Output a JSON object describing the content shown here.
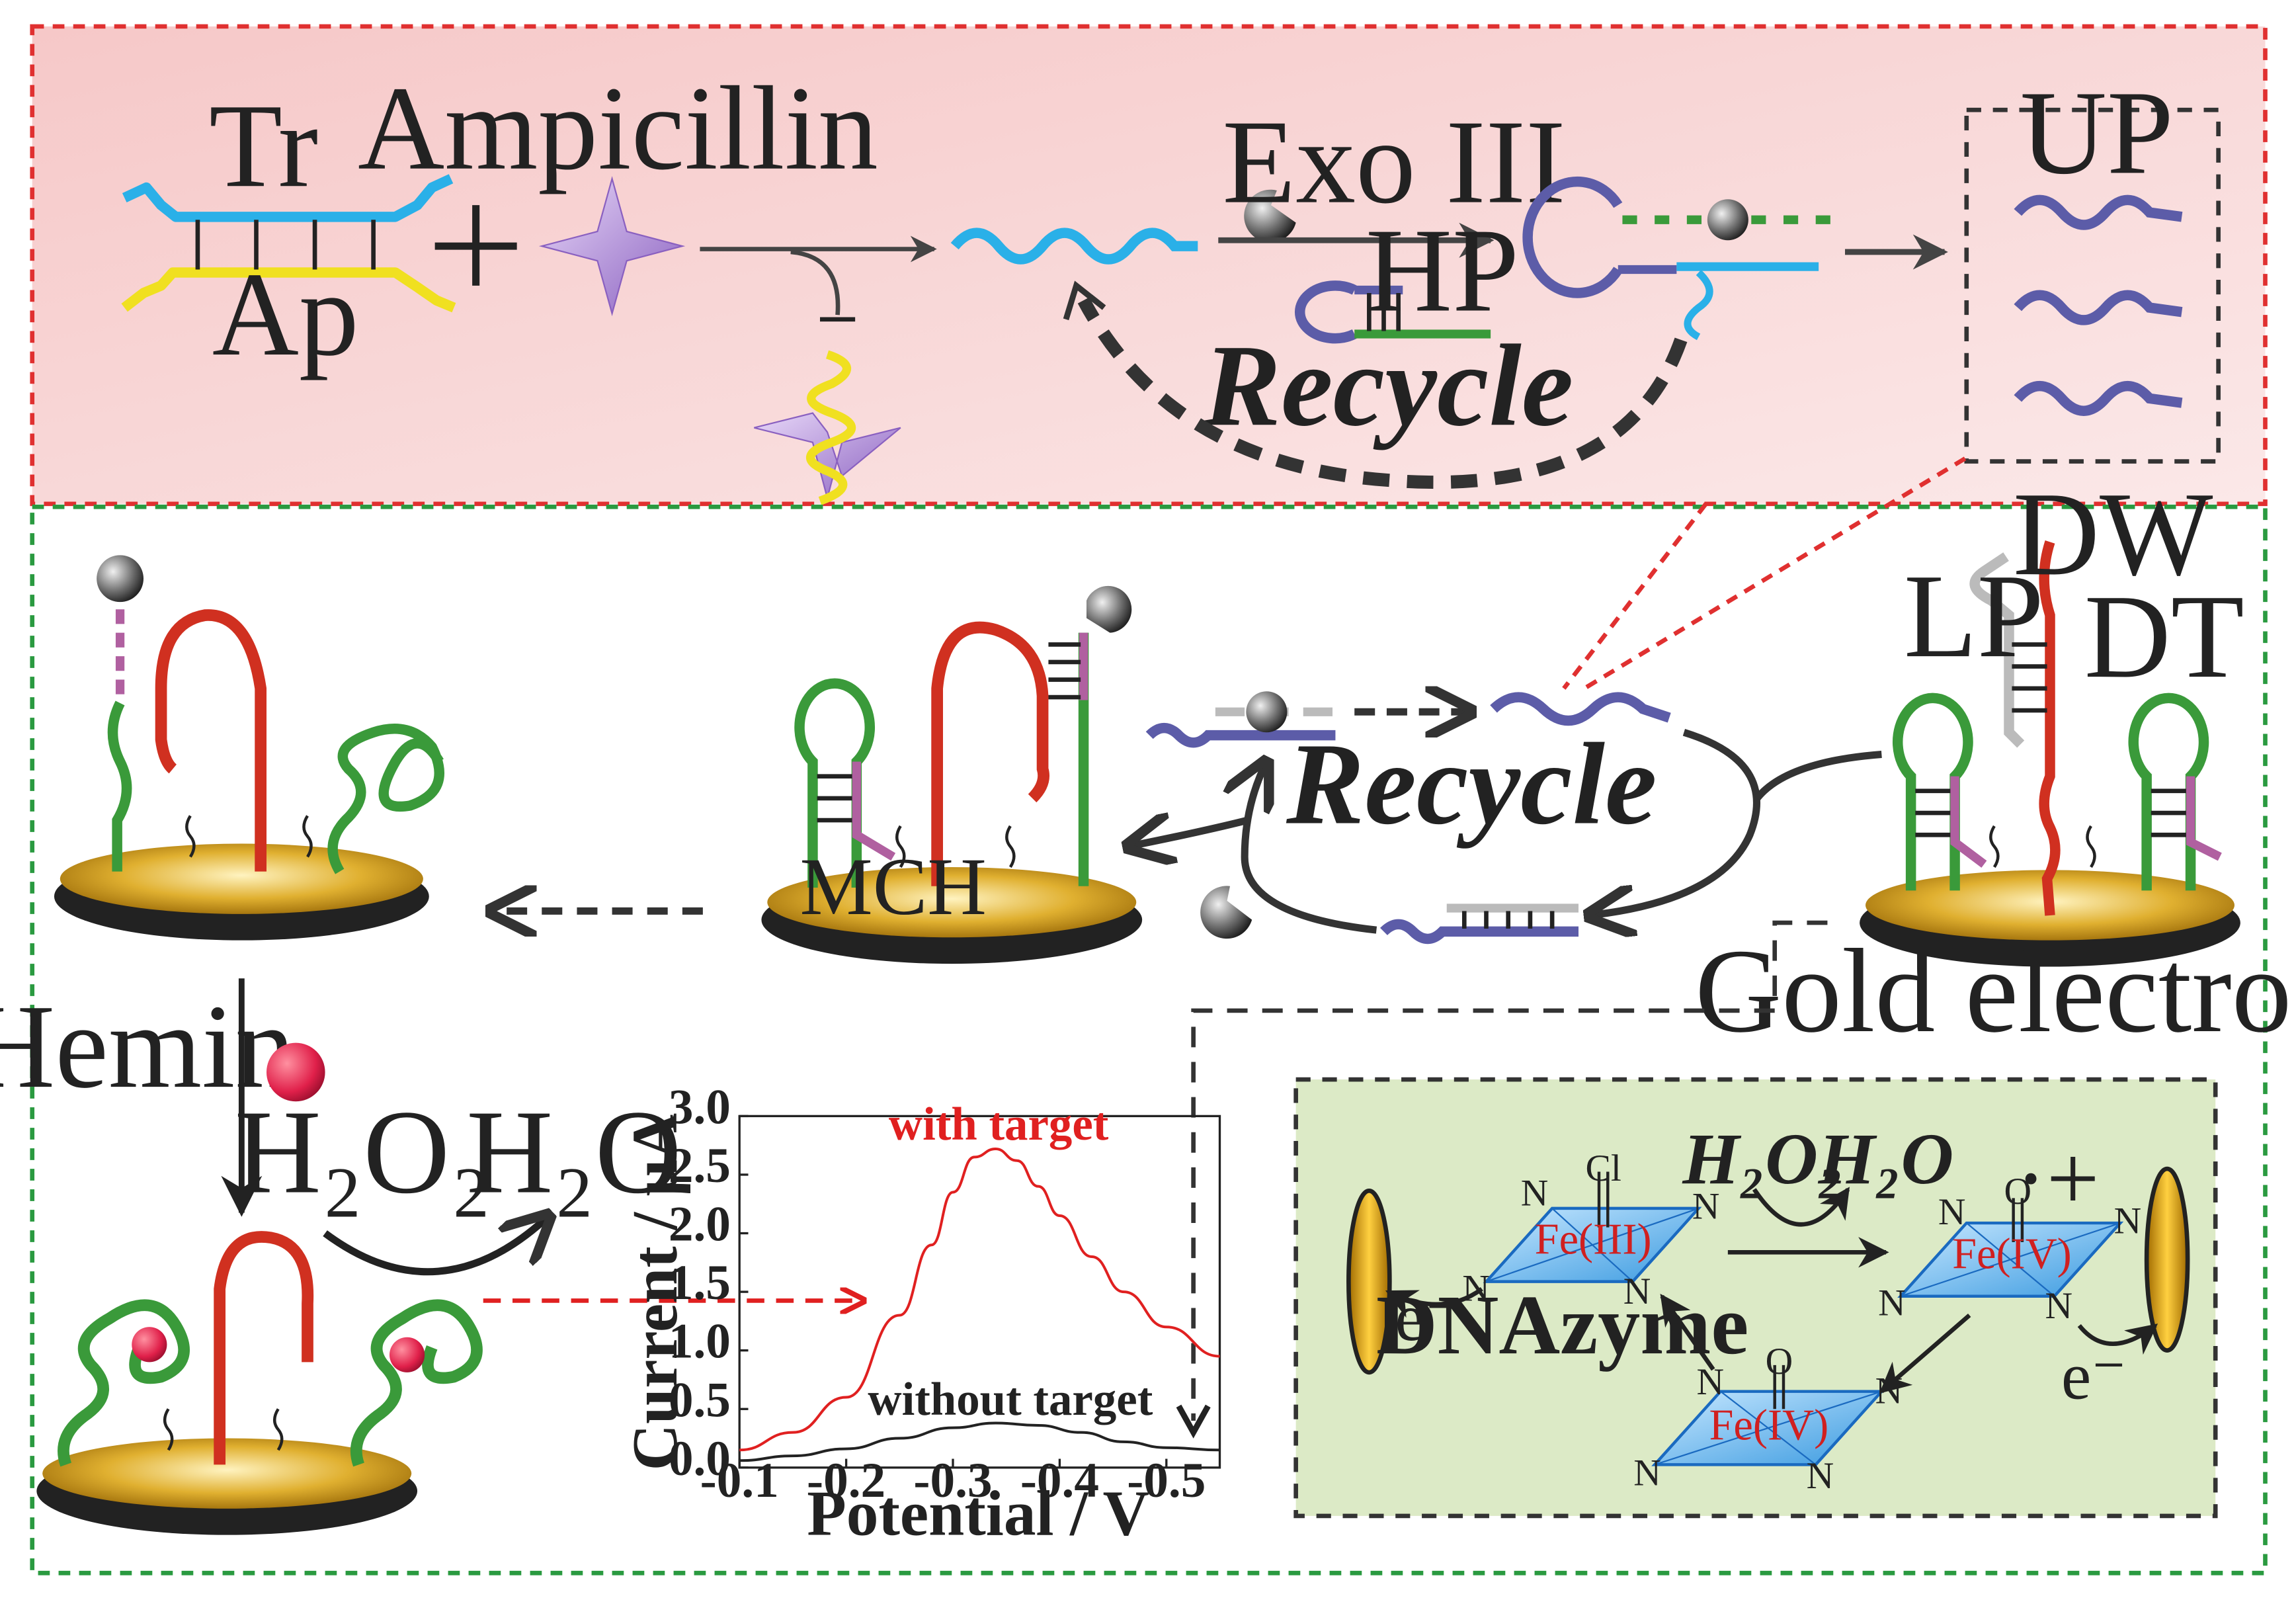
{
  "panel_top": {
    "duplex_labels": {
      "top_strand": "Tr",
      "bottom_strand": "Ap"
    },
    "antibiotic": "Ampicillin",
    "enzyme": "Exo III",
    "hairpin": "HP",
    "recycle": "Recycle",
    "product": "UP"
  },
  "panel_bottom": {
    "electrode_labels": {
      "lp": "LP",
      "dw": "DW",
      "dt": "DT",
      "electrode": "Gold electrode"
    },
    "recycle": "Recycle",
    "mch": "MCH",
    "hemin": "Hemin",
    "reaction": {
      "reactant": "H₂O₂",
      "product": "H₂O"
    }
  },
  "dnazyme": {
    "title": "DNAzyme",
    "reactant": "H₂O₂",
    "product": "H₂O",
    "fe3": "Fe(III)",
    "fe4": "Fe(IV)",
    "fe4b": "Fe(IV)",
    "cl": "Cl",
    "o": "O",
    "radical": "·+",
    "nitrogen": "N",
    "electron": "e⁻"
  },
  "colors": {
    "top_panel_bg": "#f8d8d8",
    "top_border": "#e03030",
    "bottom_border": "#2a9a40",
    "dnazyme_bg": "#dceac6",
    "tr_strand": "#2ab0e8",
    "ap_strand": "#f0e020",
    "up_strand": "#5c5ca8",
    "hairpin_green": "#3a9a3a",
    "dw_red": "#d03020",
    "gold": "#d4a020",
    "signal_red": "#e02020"
  },
  "chart_data": {
    "type": "line",
    "xlabel": "Potential / V",
    "ylabel": "Current / μA",
    "x_ticks": [
      "-0.1",
      "-0.2",
      "-0.3",
      "-0.4",
      "-0.5"
    ],
    "y_ticks": [
      "0.0",
      "0.5",
      "1.0",
      "1.5",
      "2.0",
      "2.5",
      "3.0"
    ],
    "xlim": [
      -0.1,
      -0.55
    ],
    "ylim": [
      0,
      3.0
    ],
    "series": [
      {
        "name": "with target",
        "color": "#e02020",
        "x": [
          -0.1,
          -0.15,
          -0.2,
          -0.25,
          -0.28,
          -0.3,
          -0.32,
          -0.34,
          -0.36,
          -0.38,
          -0.4,
          -0.43,
          -0.46,
          -0.5,
          -0.55
        ],
        "y": [
          0.15,
          0.3,
          0.6,
          1.3,
          1.9,
          2.35,
          2.65,
          2.72,
          2.62,
          2.4,
          2.15,
          1.8,
          1.5,
          1.2,
          0.95
        ]
      },
      {
        "name": "without target",
        "color": "#222222",
        "x": [
          -0.1,
          -0.15,
          -0.2,
          -0.25,
          -0.3,
          -0.34,
          -0.38,
          -0.42,
          -0.46,
          -0.5,
          -0.55
        ],
        "y": [
          0.06,
          0.1,
          0.16,
          0.25,
          0.34,
          0.38,
          0.36,
          0.3,
          0.22,
          0.17,
          0.15
        ]
      }
    ]
  }
}
